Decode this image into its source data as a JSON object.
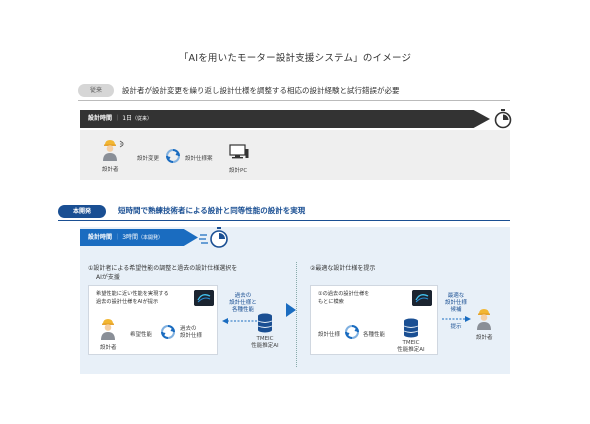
{
  "title": "「AIを用いたモーター設計支援システム」のイメージ",
  "conventional": {
    "tag": "従来",
    "description": "設計者が設計変更を繰り返し設計仕様を調整する相応の設計経験と試行錯誤が必要",
    "bar": {
      "label": "設計時間",
      "value": "1日",
      "note": "（従来）"
    },
    "designer_label": "設計者",
    "change_label": "設計変更",
    "spec_label": "設計仕様案",
    "pc_label": "設計PC",
    "icons": [
      "person-icon",
      "cycle-icon",
      "computer-icon",
      "stopwatch-icon"
    ],
    "colors": {
      "bar": "#333333",
      "panel": "#efefef",
      "tag": "#d6d6d6"
    }
  },
  "new_dev": {
    "tag": "本開発",
    "description": "短時間で熟練技術者による設計と同等性能の設計を実現",
    "bar": {
      "label": "設計時間",
      "value": "3時間",
      "note": "（本開発）"
    },
    "step1": {
      "title_line1": "①設計者による希望性能の調整と過去の設計仕様選択を",
      "title_line2": "AIが支援",
      "card_line1": "希望性能に近い性能を実現する",
      "card_line2": "過去の設計仕様をAIが提示",
      "designer_label": "設計者",
      "desired_label": "希望性能",
      "past_label_1": "過去の",
      "past_label_2": "設計仕様",
      "arrow_label_1": "過去の",
      "arrow_label_2": "設計仕様と",
      "arrow_label_3": "各種性能",
      "ai_label_1": "TMEIC",
      "ai_label_2": "性能推定AI"
    },
    "step2": {
      "title": "②最適な設計仕様を提示",
      "card_line1": "①の過去の設計仕様を",
      "card_line2": "もとに模索",
      "spec_label": "設計仕様",
      "perf_label": "各種性能",
      "ai_label_1": "TMEIC",
      "ai_label_2": "性能推定AI",
      "opt_label_1": "最適な",
      "opt_label_2": "設計仕様",
      "opt_label_3": "候補",
      "present_label": "提示",
      "designer_label": "設計者"
    },
    "icons": [
      "person-icon",
      "cycle-icon",
      "ai-chip-icon",
      "database-icon",
      "stopwatch-icon"
    ],
    "colors": {
      "accent": "#1a4f93",
      "bar": "#1a6cc0",
      "panel": "#e8f0f8",
      "designer": "#f2b632"
    }
  }
}
